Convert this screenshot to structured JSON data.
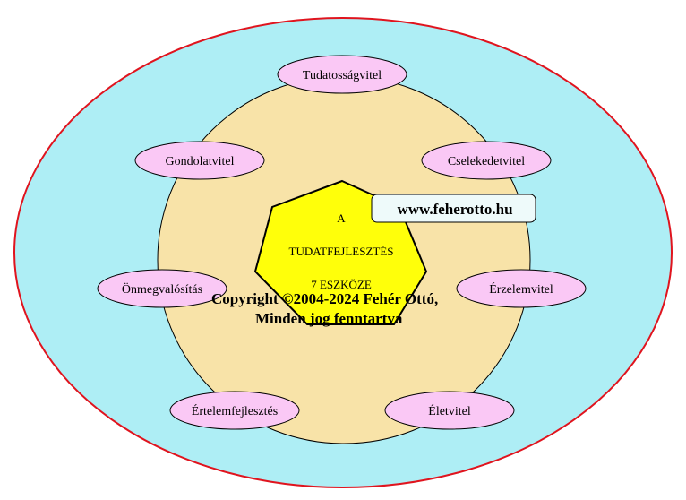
{
  "colors": {
    "outer_fill": "#aeeef5",
    "outer_stroke": "#e0141e",
    "inner_fill": "#f8e3a8",
    "pill_fill": "#fac8f5",
    "heptagon_fill": "#ffff0a",
    "url_box_fill": "#eefafa"
  },
  "diagram": {
    "center": {
      "line1": "A",
      "line2": "TUDATFEJLESZTÉS",
      "line3": "7 ESZKÖZE"
    },
    "nodes": [
      "Tudatosságvitel",
      "Gondolatvitel",
      "Cselekedetvitel",
      "Önmegvalósítás",
      "Érzelemvitel",
      "Értelemfejlesztés",
      "Életvitel"
    ],
    "website": "www.feherotto.hu",
    "copyright_line1": "Copyright ©2004-2024 Fehér Ottó,",
    "copyright_line2": "Minden jog fenntartva"
  }
}
